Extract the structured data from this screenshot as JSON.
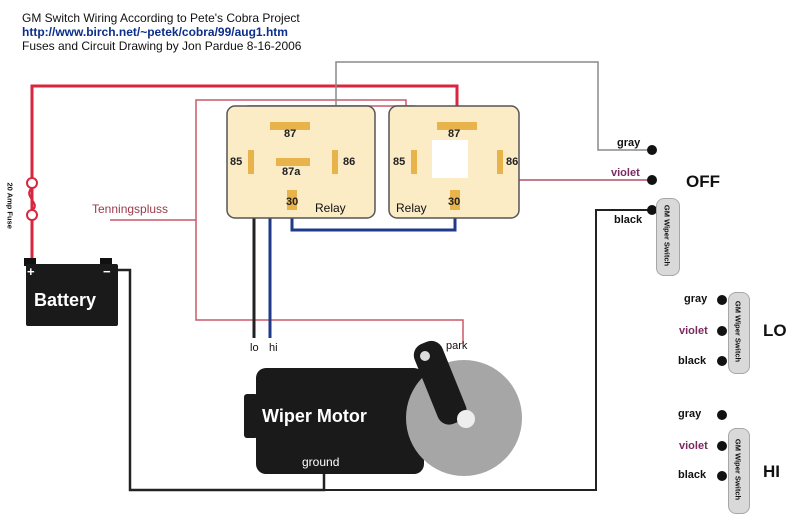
{
  "header": {
    "title": "GM Switch Wiring According to Pete's Cobra Project",
    "url": "http://www.birch.net/~petek/cobra/99/aug1.htm",
    "credit": "Fuses and Circuit Drawing by Jon Pardue 8-16-2006"
  },
  "fuse_label": "20 Amp Fuse",
  "annotation": "Tenningspluss",
  "battery": {
    "label": "Battery",
    "plus": "+",
    "minus": "−"
  },
  "relay_left": {
    "name": "Relay",
    "pins": {
      "p87": "87",
      "p85": "85",
      "p86": "86",
      "p87a": "87a",
      "p30": "30"
    }
  },
  "relay_right": {
    "name": "Relay",
    "pins": {
      "p87": "87",
      "p85": "85",
      "p86": "86",
      "p30": "30"
    }
  },
  "motor": {
    "label": "Wiper Motor",
    "ground": "ground",
    "park": "park",
    "lo": "lo",
    "hi": "hi"
  },
  "switch_label": "GM Wiper Switch",
  "wire_colors": {
    "gray": "gray",
    "violet": "violet",
    "black": "black"
  },
  "positions": {
    "off": "OFF",
    "lo": "LO",
    "hi": "HI"
  },
  "colors": {
    "power": "#d7263d",
    "feed": "#c85a6a",
    "gray_wire": "#8a8a8a",
    "violet_wire": "#b0506a",
    "blue_wire": "#1f3a8a",
    "relay_fill": "#fbecc6",
    "pin_fill": "#e8b34a"
  }
}
